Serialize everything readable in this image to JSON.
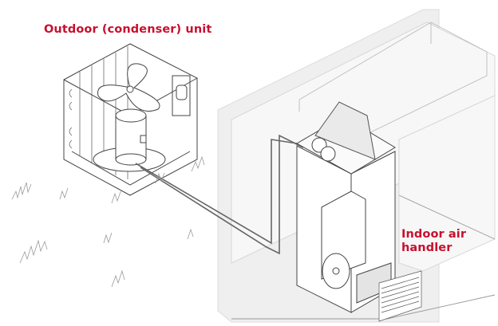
{
  "diagram": {
    "type": "split-system air conditioner illustration",
    "labels": {
      "outdoor_unit": "Outdoor (condenser) unit",
      "indoor_line1": "Indoor air",
      "indoor_line2": "handler"
    },
    "components": {
      "outdoor": [
        "condenser coil",
        "fan",
        "compressor",
        "capacitor",
        "base pad"
      ],
      "indoor": [
        "evaporator coil (A-coil)",
        "blower",
        "filter",
        "return grille",
        "supply plenum/duct"
      ],
      "connections": [
        "refrigerant lines"
      ]
    },
    "colors": {
      "label": "#c8102e",
      "line": "#555555",
      "wall": "#ececec",
      "grass": "#9a9a9a"
    }
  }
}
